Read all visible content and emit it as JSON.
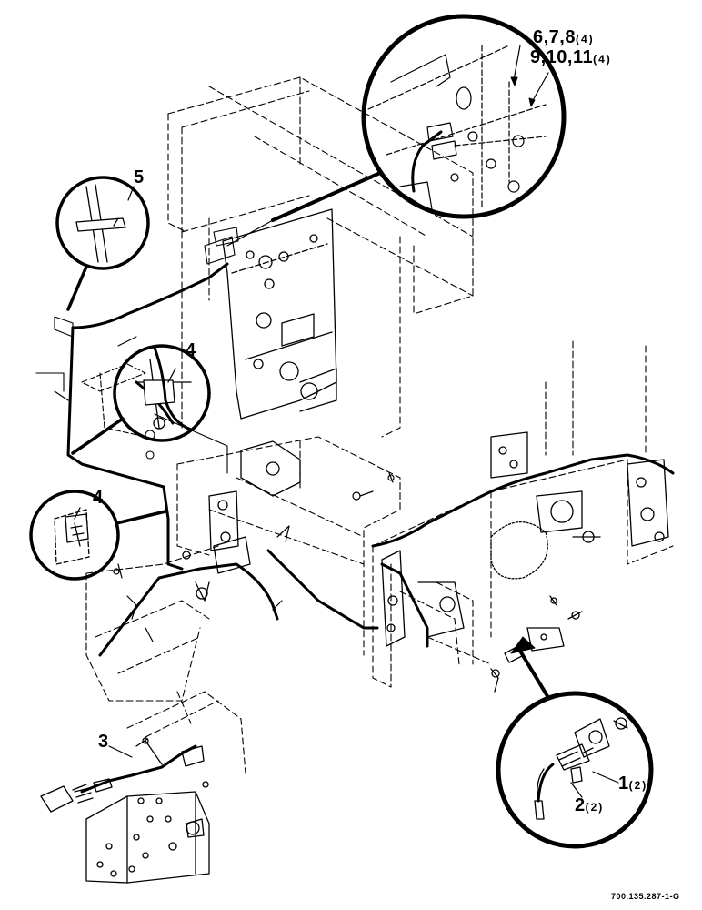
{
  "callouts": {
    "c6_8": {
      "label": "6,7,8",
      "qty": "(4)"
    },
    "c9_11": {
      "label": "9,10,11",
      "qty": "(4)"
    },
    "c5": {
      "label": "5"
    },
    "c4a": {
      "label": "4"
    },
    "c4b": {
      "label": "4"
    },
    "c3": {
      "label": "3"
    },
    "c1": {
      "label": "1",
      "qty": "(2)"
    },
    "c2": {
      "label": "2",
      "qty": "(2)"
    }
  },
  "drawing_number": "700.135.287-1-G",
  "colors": {
    "ink": "#000000",
    "paper": "#ffffff"
  }
}
